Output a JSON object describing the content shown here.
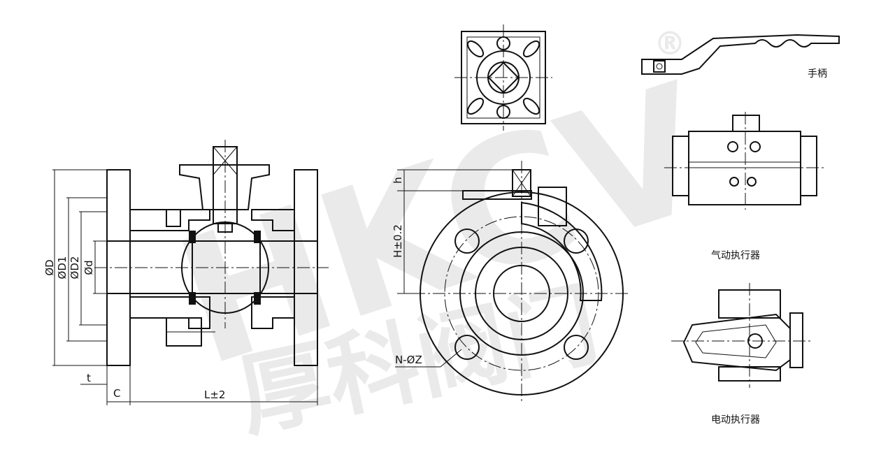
{
  "watermark": {
    "brand": "HKCV",
    "mark": "®",
    "chinese": "厚科阀门"
  },
  "dimensions": {
    "outer_diameter": "ØD",
    "bolt_circle": "ØD1",
    "raised_face": "ØD2",
    "bore": "Ød",
    "flange_thickness": "t",
    "raised_face_height": "C",
    "length": "L±2",
    "stem_top": "h",
    "height": "H±0.2",
    "bolt_holes": "N-ØZ"
  },
  "captions": {
    "handle": "手柄",
    "pneumatic": "气动执行器",
    "electric": "电动执行器"
  }
}
